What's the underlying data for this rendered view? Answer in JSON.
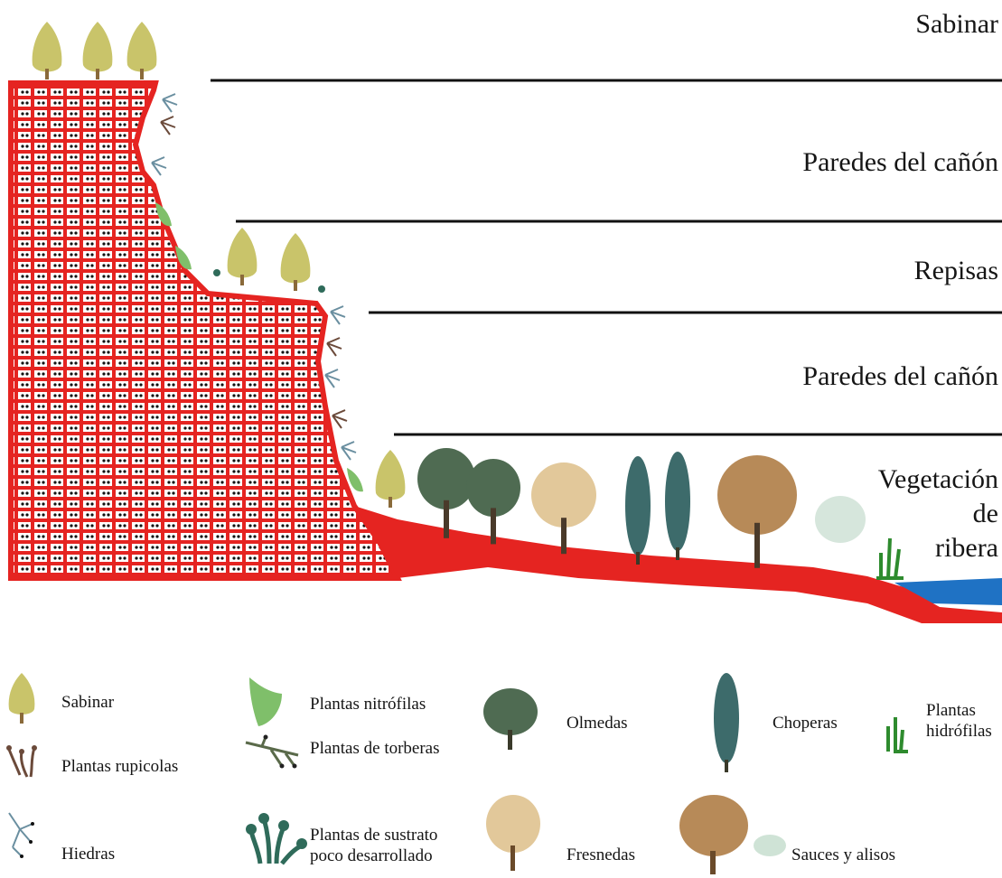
{
  "zones": [
    {
      "id": "sabinar",
      "label": "Sabinar"
    },
    {
      "id": "paredes1",
      "label": "Paredes del cañón"
    },
    {
      "id": "repisas",
      "label": "Repisas"
    },
    {
      "id": "paredes2",
      "label": "Paredes del cañón"
    },
    {
      "id": "ribera",
      "lines": [
        "Vegetación",
        "de",
        "ribera"
      ]
    }
  ],
  "legend": {
    "sabinar": "Sabinar",
    "rupicolas": "Plantas rupicolas",
    "hiedras": "Hiedras",
    "nitrofilas": "Plantas nitrófilas",
    "torberas": "Plantas de torberas",
    "sustrato": [
      "Plantas de sustrato",
      "poco desarrollado"
    ],
    "olmedas": "Olmedas",
    "fresnedas": "Fresnedas",
    "choperas": "Choperas",
    "sauces": "Sauces y alisos",
    "hidrofilas": [
      "Plantas",
      "hidrófilas"
    ]
  },
  "colors": {
    "rock_outline": "#e52421",
    "rock_fill": "#ffffff",
    "water": "#1f72c4",
    "sabina": "#c9c46a",
    "olmo": "#4f6b52",
    "fresno": "#e2c89a",
    "chopo": "#3d6b6b",
    "sauce": "#b78a58",
    "hidrofila": "#2e8b2e",
    "nitrofila": "#7fbf6a",
    "rupicola": "#6b4a3a",
    "hiedra": "#6a8fa0"
  }
}
